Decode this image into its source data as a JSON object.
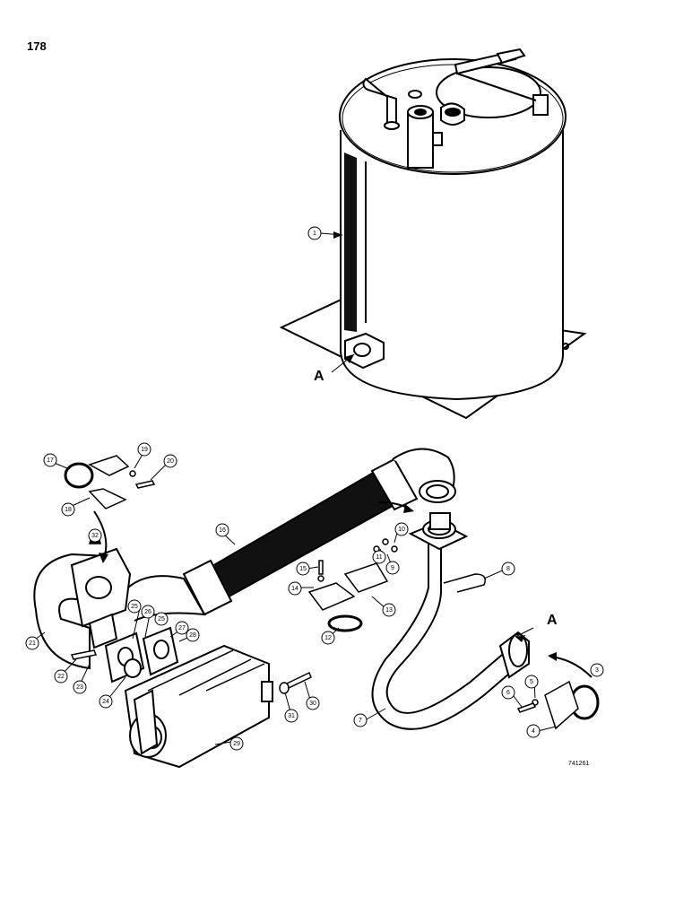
{
  "page_number": "178",
  "drawing_code": "741261",
  "section_letters": [
    "A",
    "A"
  ],
  "callouts": [
    "1",
    "3",
    "4",
    "5",
    "6",
    "7",
    "8",
    "9",
    "10",
    "11",
    "12",
    "13",
    "14",
    "15",
    "16",
    "17",
    "18",
    "19",
    "20",
    "21",
    "22",
    "23",
    "24",
    "25",
    "25",
    "26",
    "27",
    "28",
    "29",
    "30",
    "31",
    "32"
  ]
}
